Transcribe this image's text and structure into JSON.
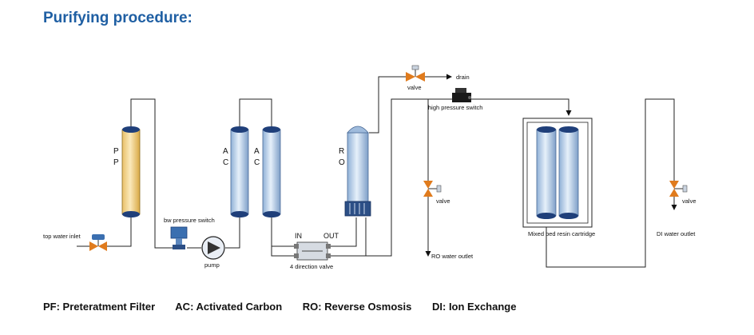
{
  "title": "Purifying procedure:",
  "labels": {
    "pp_letters": [
      "P",
      "P"
    ],
    "ac_letters": [
      "A",
      "C"
    ],
    "ro_letters": [
      "R",
      "O"
    ],
    "tap_water_inlet": "top water inlet",
    "low_pressure_switch": "bw pressure switch",
    "pump": "pump",
    "four_way_valve": "4 direction valve",
    "in": "IN",
    "out": "OUT",
    "valve": "valve",
    "drain": "drain",
    "high_pressure_switch": "high pressure switch",
    "ro_water_outlet": "RO water outlet",
    "mixed_bed": "Mixed bed resin cartridge",
    "di_water_outlet": "DI water outlet"
  },
  "legend": [
    "PF: Preteratment Filter",
    "AC: Activated Carbon",
    "RO: Reverse Osmosis",
    "DI: Ion Exchange"
  ],
  "colors": {
    "title": "#1f5fa3",
    "pp_filter": "#f2d48a",
    "cartridge": "#b9cfe6",
    "cap": "#1f3f7a",
    "valve": "#e07b1d"
  }
}
